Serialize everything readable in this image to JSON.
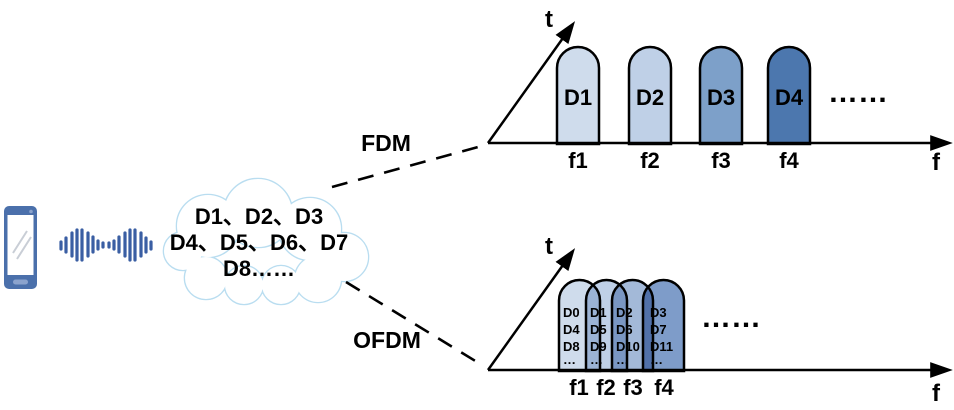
{
  "colors": {
    "phone_body": "#4b70ab",
    "phone_detail": "#8ba3cd",
    "wave": "#3a5ea3",
    "cloud_stroke": "#b9ddf0",
    "ink": "#000000"
  },
  "cloud": {
    "lines": [
      "D1、D2、D3",
      "D4、D5、D6、D7",
      "D8……"
    ]
  },
  "branches": {
    "fdm_label": "FDM",
    "ofdm_label": "OFDM"
  },
  "fdm_chart": {
    "t_axis_label": "t",
    "f_axis_label": "f",
    "ellipsis": "……",
    "bars": [
      {
        "label": "D1",
        "freq": "f1",
        "color": "#cfdcec"
      },
      {
        "label": "D2",
        "freq": "f2",
        "color": "#bfd0e7"
      },
      {
        "label": "D3",
        "freq": "f3",
        "color": "#7da0c9"
      },
      {
        "label": "D4",
        "freq": "f4",
        "color": "#4c77ae"
      }
    ]
  },
  "ofdm_chart": {
    "t_axis_label": "t",
    "f_axis_label": "f",
    "ellipsis": "……",
    "bars": [
      {
        "freq": "f1",
        "color": "#cfdcec",
        "lines": [
          "D0",
          "D4",
          "D8",
          "…"
        ]
      },
      {
        "freq": "f2",
        "color": "#bfd0e7",
        "lines": [
          "D1",
          "D5",
          "D9",
          "…"
        ]
      },
      {
        "freq": "f3",
        "color": "#a3b9d8",
        "lines": [
          "D2",
          "D6",
          "D10",
          "…"
        ]
      },
      {
        "freq": "f4",
        "color": "#7e9cc9",
        "lines": [
          "D3",
          "D7",
          "D11",
          "…"
        ]
      }
    ]
  }
}
